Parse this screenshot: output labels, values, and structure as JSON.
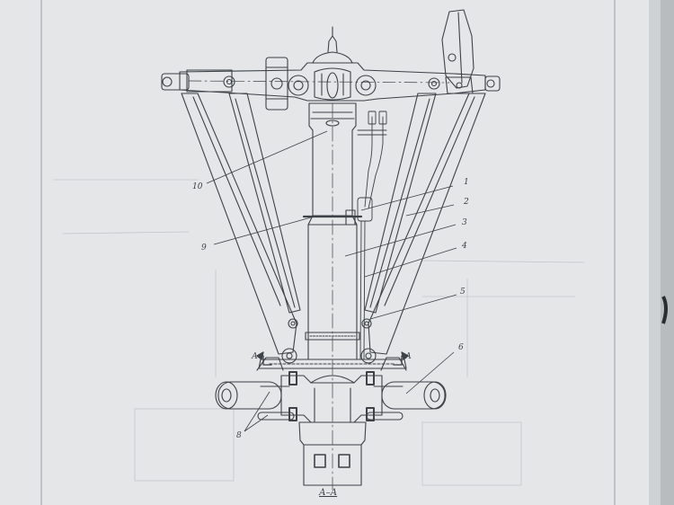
{
  "drawing": {
    "callouts": [
      {
        "id": "c1",
        "text": "1"
      },
      {
        "id": "c2",
        "text": "2"
      },
      {
        "id": "c3",
        "text": "3"
      },
      {
        "id": "c4",
        "text": "4"
      },
      {
        "id": "c5",
        "text": "5"
      },
      {
        "id": "c6",
        "text": "6"
      },
      {
        "id": "c8",
        "text": "8"
      },
      {
        "id": "c9",
        "text": "9"
      },
      {
        "id": "c10",
        "text": "10"
      }
    ],
    "section_markers": {
      "left": "А",
      "right": "А"
    },
    "section_caption": "А–А",
    "colors": {
      "paper": "#e4e6e7",
      "ink": "#3c4248",
      "faint": "#a9b0b6",
      "margin_shadow": "#2a2d30"
    }
  }
}
